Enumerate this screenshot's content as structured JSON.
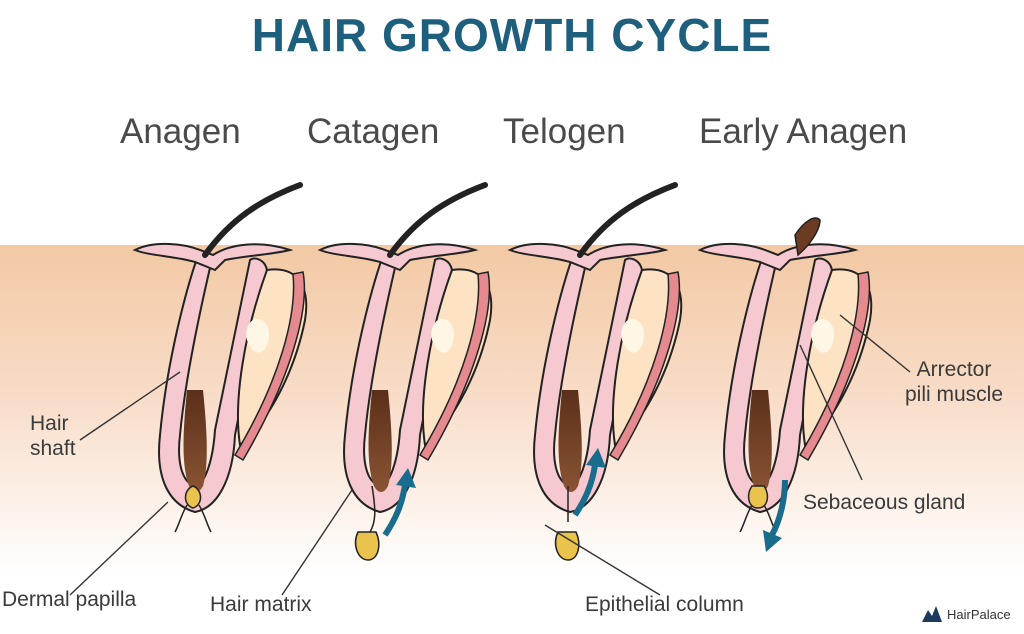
{
  "title": "HAIR GROWTH CYCLE",
  "phases": [
    "Anagen",
    "Catagen",
    "Telogen",
    "Early Anagen"
  ],
  "labels": {
    "hair_shaft": "Hair\nshaft",
    "dermal_papilla": "Dermal papilla",
    "hair_matrix": "Hair matrix",
    "epithelial_column": "Epithelial column",
    "arrector_pili": "Arrector\npili muscle",
    "sebaceous_gland": "Sebaceous gland"
  },
  "brand": "HairPalace",
  "colors": {
    "title": "#1f5f7e",
    "arrow": "#1a6c8c",
    "skin_top": "#f3c9a4",
    "hair": "#6b3b22",
    "gland": "#fde2c4",
    "muscle": "#e58a8f",
    "papilla": "#e9c34c"
  },
  "icons": [
    "hairpalace-logo-icon"
  ]
}
